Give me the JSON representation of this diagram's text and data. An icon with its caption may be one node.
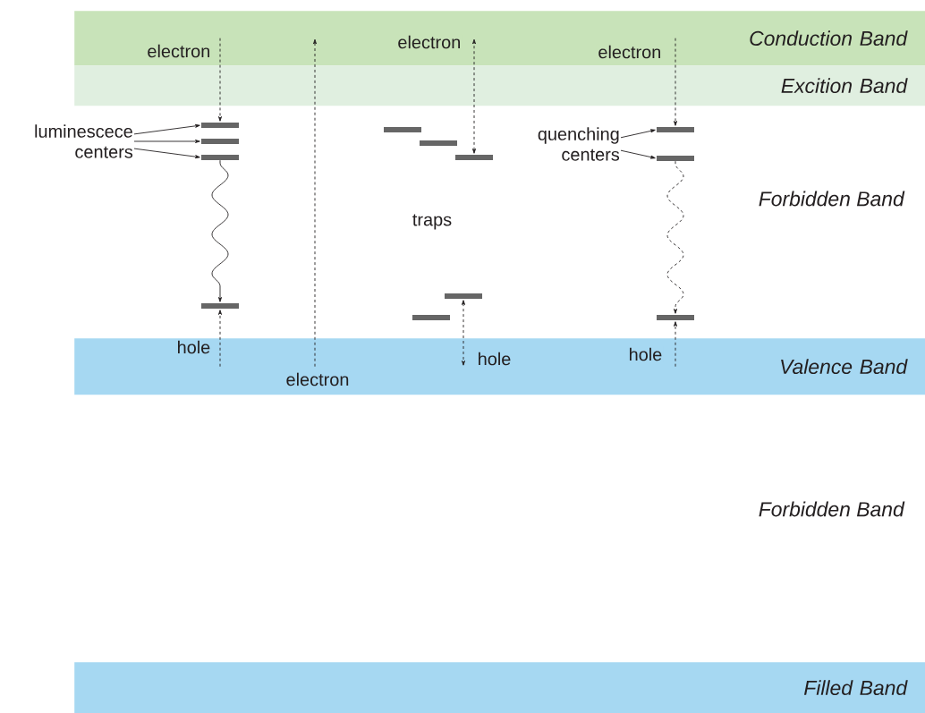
{
  "diagram": {
    "nodes": [
      {
        "text": [
          "Conduction Band"
        ]
      },
      {
        "text": [
          "luminescece centers"
        ]
      },
      {
        "text": [],
        "shape": "bar"
      },
      {
        "text": [],
        "shape": "bar"
      },
      {
        "text": [],
        "shape": "bar"
      },
      {
        "text": [],
        "shape": "bar"
      },
      {
        "text": [],
        "shape": "bar"
      },
      {
        "text": [],
        "shape": "bar"
      },
      {
        "text": [
          "quenching centers"
        ]
      },
      {
        "text": [],
        "shape": "bar"
      },
      {
        "text": [],
        "shape": "bar"
      },
      {
        "text": [],
        "shape": "bar"
      },
      {
        "text": [],
        "shape": "bar"
      },
      {
        "text": [],
        "shape": "bar"
      },
      {
        "text": [],
        "shape": "bar"
      },
      {
        "text": [
          "Valence Band"
        ]
      },
      {
        "text": [
          "Filled Band"
        ]
      }
    ],
    "edges": [
      {
        "from": 0,
        "to": 2,
        "arrow": "to",
        "style": "dashed",
        "label": "electron"
      },
      {
        "from": 15,
        "to": 0,
        "arrow": "to",
        "style": "dashed",
        "label": "electron"
      },
      {
        "from": 4,
        "to": 11,
        "arrow": "to"
      },
      {
        "from": 15,
        "to": 11,
        "arrow": "to",
        "style": "dashed",
        "label": "hole"
      },
      {
        "from": 7,
        "to": 0,
        "arrow": "both",
        "style": "dashed",
        "label": "electron"
      },
      {
        "from": 12,
        "to": 15,
        "arrow": "both",
        "style": "dashed",
        "label": "hole"
      },
      {
        "from": 0,
        "to": 9,
        "arrow": "to",
        "style": "dashed",
        "label": "electron"
      },
      {
        "from": 10,
        "to": 14,
        "arrow": "to",
        "style": "dashed"
      },
      {
        "from": 15,
        "to": 14,
        "arrow": "to",
        "style": "dashed",
        "label": "hole"
      },
      {
        "from": 1,
        "to": 2,
        "arrow": "to"
      },
      {
        "from": 1,
        "to": 3,
        "arrow": "to"
      },
      {
        "from": 1,
        "to": 4,
        "arrow": "to"
      },
      {
        "from": 8,
        "to": 9,
        "arrow": "to"
      },
      {
        "from": 8,
        "to": 10,
        "arrow": "to"
      }
    ],
    "labels": [
      "Excition Band",
      "Forbidden Band",
      "traps",
      "Forbidden Band"
    ]
  }
}
